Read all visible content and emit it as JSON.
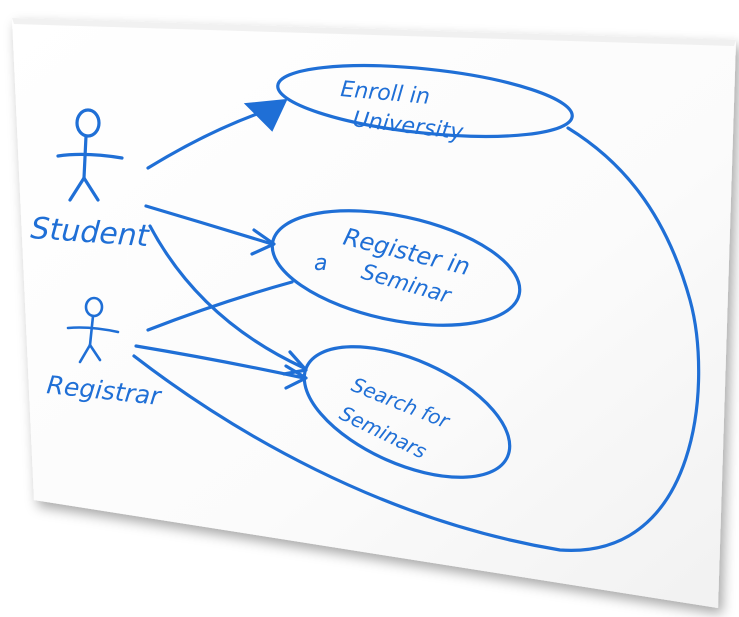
{
  "diagram": {
    "type": "use-case (whiteboard sketch)",
    "ink_color": "#1f6fd6",
    "actors": [
      {
        "label": "Student"
      },
      {
        "label": "Registrar"
      }
    ],
    "use_cases": [
      {
        "line1": "Enroll in",
        "line2": "University"
      },
      {
        "line1": "Register in",
        "line2": "Seminar",
        "prefix": "a"
      },
      {
        "line1": "Search for",
        "line2": "Seminars"
      }
    ]
  }
}
